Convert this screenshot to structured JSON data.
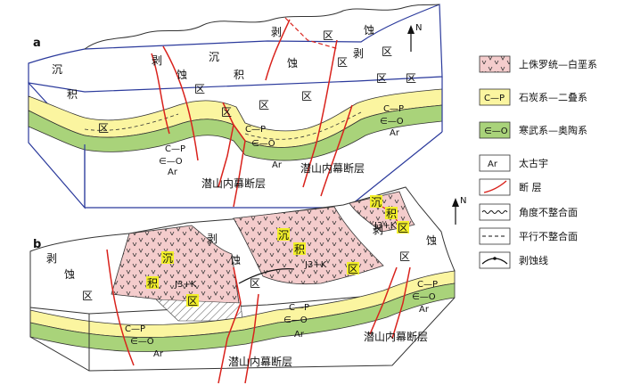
{
  "panels": {
    "a": {
      "label": "a",
      "north": "N",
      "zones": {
        "sed_1": "沉",
        "sed_2": "积",
        "sed_3": "区",
        "ero_1": "剥",
        "ero_2": "蚀",
        "ero_3": "区",
        "ero_b1": "剥",
        "ero_b2": "蚀",
        "ero_b3": "区",
        "sed_b1": "沉",
        "sed_b2": "积",
        "sed_b3": "区",
        "ero_c1": "剥",
        "ero_c2": "蚀",
        "ero_c3": "区",
        "mid_1": "区",
        "mid_2": "区",
        "mid_3": "区",
        "right_1": "区",
        "right_2": "区"
      },
      "strata": {
        "cp_1": "C—P",
        "co_1": "∈—O",
        "cp_2": "C—P",
        "co_2": "∈—O",
        "cp_3": "C—P",
        "co_3": "∈—O",
        "ar_1": "Ar",
        "ar_2": "Ar",
        "ar_3": "Ar"
      },
      "faults": {
        "f1": "潜山内幕断层",
        "f2": "潜山内幕断层"
      }
    },
    "b": {
      "label": "b",
      "north": "N",
      "zones": {
        "ero_l1": "剥",
        "ero_l2": "蚀",
        "ero_l3": "区",
        "ero_m1": "剥",
        "ero_m2": "蚀",
        "ero_m3": "区",
        "ero_r1": "剥",
        "ero_r2": "蚀",
        "ero_r3": "区",
        "sed_1": "沉",
        "sed_2": "积",
        "sed_3": "区",
        "sed_4": "沉",
        "sed_5": "积",
        "sed_6": "区",
        "sed_7": "沉",
        "sed_8": "积",
        "sed_9": "区"
      },
      "strata": {
        "jk_1": "J3+K",
        "jk_2": "J3+K",
        "jk_3": "J3+K",
        "cp_1": "C—P",
        "co_1": "∈—O",
        "cp_2": "C—P",
        "co_2": "∈—O",
        "cp_3": "C—P",
        "co_3": "∈—O",
        "ar_1": "Ar",
        "ar_2": "Ar",
        "ar_3": "Ar"
      },
      "faults": {
        "f1": "潜山内幕断层",
        "f2": "潜山内幕断层"
      }
    }
  },
  "legend": {
    "items": [
      {
        "symbol": "pattern",
        "label": "上侏罗统—白垩系"
      },
      {
        "symbol": "C—P",
        "label": "石炭系—二叠系"
      },
      {
        "symbol": "∈—O",
        "label": "寒武系—奥陶系"
      },
      {
        "symbol": "Ar",
        "label": "太古宇"
      },
      {
        "symbol": "fault",
        "label": "断 层"
      },
      {
        "symbol": "angular",
        "label": "角度不整合面"
      },
      {
        "symbol": "parallel",
        "label": "平行不整合面"
      },
      {
        "symbol": "erosion",
        "label": "剥蚀线"
      }
    ]
  },
  "colors": {
    "jk": "#f4cccc",
    "cp": "#fbf5a0",
    "co": "#a9d37a",
    "fault": "#d9221c",
    "frame": "#2b3a9c",
    "ink": "#111111",
    "highlight": "#f2ef2a"
  }
}
